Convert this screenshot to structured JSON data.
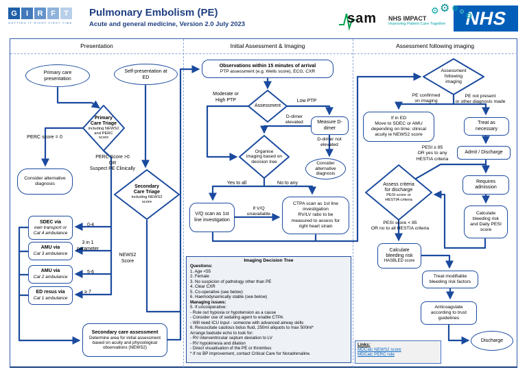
{
  "colors": {
    "accent_blue": "#1a4a9e",
    "nhs_blue": "#005eb8",
    "teal": "#00a3a8",
    "girft_tag_blue": "#8fb0d8",
    "link_blue": "#0563c1"
  },
  "header": {
    "girft": {
      "letters": [
        {
          "ch": "G",
          "color": "#1e5fa8"
        },
        {
          "ch": "I",
          "color": "#4179bb"
        },
        {
          "ch": "R",
          "color": "#6493cb"
        },
        {
          "ch": "F",
          "color": "#8fb2da"
        },
        {
          "ch": "T",
          "color": "#b8cfe9"
        }
      ],
      "tagline": "GETTING IT RIGHT FIRST TIME"
    },
    "title": "Pulmonary Embolism (PE)",
    "subtitle": "Acute and general medicine, Version 2.0 July 2023",
    "sam_logo": "sam",
    "nhs_impact": {
      "title": "NHS IMPACT",
      "subtitle": "Improving Patient Care Together"
    },
    "nhs_logo": "NHS"
  },
  "columns": {
    "c1": "Presentation",
    "c2": "Initial Assessment & Imaging",
    "c3": "Assessment following imaging"
  },
  "col1": {
    "primary_care_presentation": "Primary care\npresentation",
    "self_presentation_ed": "Self-presentation at\nED",
    "primary_care_triage": {
      "title": "Primary\nCare Triage",
      "sub": "including NEWS2\nand PERC\nscore"
    },
    "label_perc_0": "PERC score = 0",
    "label_perc_gt0": "PERC Score >0\nOR\nSuspect PE Clinically",
    "consider_alternative_diagnosis": "Consider alternative\ndiagnosis",
    "secondary_care_triage": {
      "title": "Secondary\nCare Triage",
      "sub": "including NEWS2\nscore"
    },
    "dest_sdec": {
      "title": "SDEC via",
      "sub": "own transport or\nCat 4 ambulance"
    },
    "dest_amu3": {
      "title": "AMU via",
      "sub": "Cat 3 ambulance"
    },
    "dest_amu2": {
      "title": "AMU via",
      "sub": "Cat 2 ambulance"
    },
    "dest_ed_resus": {
      "title": "ED resus via",
      "sub": "Cat 1 ambulance"
    },
    "label_0_4": "0-4",
    "label_3in1": "3 in 1\nparameter",
    "label_5_6": "5-6",
    "label_ge7": "≥ 7",
    "label_news2": "NEWS2\nScore",
    "secondary_care_assessment": {
      "title": "Secondary care assessment",
      "sub": "Determine area for initial assessment\nbased on acuity and physiological\nobservations (NEWS2)"
    }
  },
  "col2": {
    "observations": {
      "title": "Observations within 15 minutes of arrival",
      "sub": "PTP assessment (e.g. Wells score), ECG, CXR"
    },
    "assessment": "Assessment",
    "label_mod_high_ptp": "Moderate or\nHigh PTP",
    "label_low_ptp": "Low PTP",
    "measure_ddimer": "Measure D-\ndimer",
    "label_ddimer_elevated": "D-dimer\nelevated",
    "label_ddimer_not_elevated": "D-dimer not\nelevated",
    "consider_alternative_diagnosis": "Consider\nalternative\ndiagnosis",
    "organise_imaging": "Organise\nimaging based on\ndecision tree",
    "label_yes_all": "Yes to all",
    "label_no_any": "No to any",
    "vq_scan": "V/Q scan as 1st\nline investigation",
    "label_if_vq": "If V/Q\nunavailable",
    "ctpa": "CTPA scan as 1st line\ninvestigation\nRV/LV ratio to be\nmeasured to assess for\nright heart strain",
    "imaging_decision_tree": {
      "title": "Imaging Decision Tree",
      "lines": [
        {
          "t": "Questions:",
          "b": true
        },
        {
          "t": "1. Age <55",
          "b": false
        },
        {
          "t": "2. Female",
          "b": false
        },
        {
          "t": "3. No suspicion of pathology other than PE",
          "b": false
        },
        {
          "t": "4. Clear CXR",
          "b": false
        },
        {
          "t": "5. Co-operative (see below)",
          "b": false
        },
        {
          "t": "6. Haemodynamically stable (see below)",
          "b": false
        },
        {
          "t": "Managing issues:",
          "b": true
        },
        {
          "t": "5. If uncooperative:",
          "b": false
        },
        {
          "t": "- Rule out hypoxia or hypotension as a cause",
          "b": false
        },
        {
          "t": "- Consider use of sedating agent to enable CTPA",
          "b": false
        },
        {
          "t": "- Will need ICU input - someone with advanced airway skills",
          "b": false
        },
        {
          "t": "6. Resuscitate cautious bolus fluid, 250ml aliquots to max 500ml*",
          "b": false
        },
        {
          "t": "Arrange bedside echo to look for:",
          "b": false
        },
        {
          "t": "- RV interventricular septum deviation to LV",
          "b": false
        },
        {
          "t": "- RV hypokinesia and dilation",
          "b": false
        },
        {
          "t": "- Direct visualisation of the PE or thrombus",
          "b": false
        },
        {
          "t": "* If no BP improvement, contact Critical Care for Noradrenaline.",
          "b": false
        }
      ]
    }
  },
  "col3": {
    "assessment_following_imaging": "Assessment\nfollowing\nimaging",
    "label_pe_confirmed": "PE confirmed\non imaging",
    "label_pe_not_present": "PE not present\nor other diagnosis made",
    "if_in_ed": "If in ED\nMove to SDEC or AMU\ndepending on time; clinical\nacuity ie NEWS2 score",
    "treat_as_necessary": "Treat as\nnecessary",
    "admit_discharge": "Admit / Discharge",
    "label_pesi_ge85": "PESI ≥ 85\nOR yes to any\nHESTIA criteria",
    "assess_criteria": {
      "title": "Assess criteria\nfor discharge",
      "sub": "PESI score or\nHESTIA criteria"
    },
    "requires_admission": "Requires\nadmission",
    "calc_bleeding_pesi": "Calculate\nbleeding risk\nand Daily PESI\nscore",
    "label_pesi_lt85": "PESI score < 85\nOR no to all HESTIA criteria",
    "calc_bleeding_hasbled": {
      "title": "Calculate\nbleeding risk",
      "sub": "HASBLED score"
    },
    "treat_modifiable": "Treat modifiable\nbleeding risk factors",
    "anticoagulate": "Anticoagulate\naccording to trust\nguidelines",
    "discharge": "Discharge",
    "links": {
      "title": "Links:",
      "items": [
        "MDCalc NEWS2 score",
        "MDCalc PERC rule"
      ]
    }
  }
}
